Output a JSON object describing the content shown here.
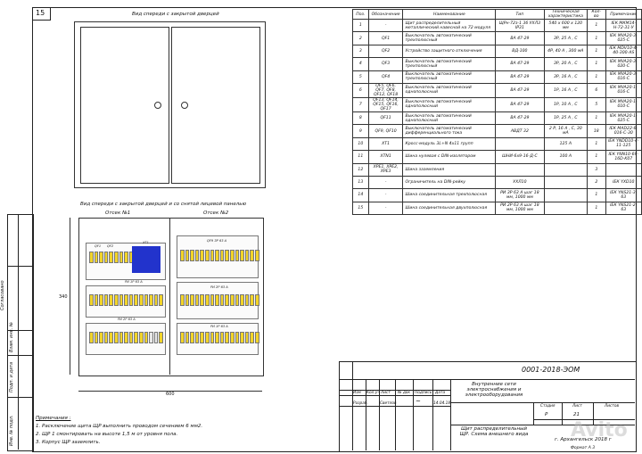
{
  "sheet_number": "15",
  "front_view_title": "Вид спереди с закрытой дверцей",
  "inner_view_title": "Вид спереди с закрытой дверцей и со снятой лицевой панелью",
  "compartment1": "Отсек №1",
  "compartment2": "Отсек №2",
  "dim_width": "600",
  "dim_height": "340",
  "notes_title": "Примечания :",
  "notes": [
    "1. Расключение щита ЩР выполнить проводом сечением 6 мм2.",
    "2. ЩР 1 смонтировать на высоте 1,5 м от уровня пола.",
    "3. Корпус ЩР заземлить."
  ],
  "module_labels": {
    "r1": [
      "QF1",
      "QF2",
      "ХТ1"
    ],
    "r1b": [
      "QF9 ЗР 63 А"
    ],
    "r2a": [
      "РИ 1Р 63 А"
    ],
    "r2b": [
      "РИ 2Р 63 А"
    ],
    "r3a": [
      "РИ 2Р 63 А"
    ],
    "r3b": [
      "РИ 1Р 63 А"
    ]
  },
  "table": {
    "headers": [
      "Поз.",
      "Обозначение",
      "Наименование",
      "Тип",
      "Техническая характеристика",
      "Кол-во",
      "Примечание"
    ],
    "rows": [
      [
        "1",
        "-",
        "Щит распределительный металлический навесной на 72 модуля",
        "ЩРн-72з-1 36 УХЛ3 IP31",
        "540 х 600 х 120 мм",
        "1",
        "ІЕК МКМ14-Н-72-31-У"
      ],
      [
        "2",
        "QF1",
        "Выключатель автоматический трехполюсный",
        "ВА 47-29",
        "3Р, 25 А , С",
        "1",
        "ІЕК MVA20-3-025-С"
      ],
      [
        "3",
        "QF2",
        "Устройство защитного отключения",
        "ВД-100",
        "4Р, 40 А , 300 мА",
        "1",
        "ІЕК MDV10-4-40-300-AS"
      ],
      [
        "4",
        "QF3",
        "Выключатель автоматический трехполюсный",
        "ВА 47-29",
        "3Р, 20 А , С",
        "1",
        "ІЕК MVA20-3-020-С"
      ],
      [
        "5",
        "QF4",
        "Выключатель автоматический трехполюсный",
        "ВА 47-29",
        "3Р, 16 А , С",
        "1",
        "ІЕК MVA20-3-016-С"
      ],
      [
        "6",
        "QF5, QF6, QF7, QF8, QF12, QF18",
        "Выключатель автоматический однополюсный",
        "ВА 47-29",
        "1Р, 16 А , С",
        "6",
        "ІЕК MVA20-1-016-С"
      ],
      [
        "7",
        "QF13, QF14, QF15, QF16, QF17",
        "Выключатель автоматический однополюсный",
        "ВА 47-29",
        "1Р, 10 А , С",
        "5",
        "ІЕК MVA20-1-010-С"
      ],
      [
        "8",
        "QF11",
        "Выключатель автоматический однополюсный",
        "ВА 47-29",
        "1Р, 25 А , С",
        "1",
        "ІЕК MVA20-1-025-С"
      ],
      [
        "9",
        "QF9, QF10",
        "Выключатель автоматический дифференциального тока",
        "АВДТ 32",
        "2 Р, 16 А , С, 30 мА",
        "18",
        "ІЕК MAD22-6-016-С-30"
      ],
      [
        "10",
        "ХТ1",
        "Кросс-модуль 3L+N 4х11 групп",
        "",
        "125 А",
        "1",
        "ІЕК YNDD10-4-11-125"
      ],
      [
        "11",
        "ХТN1",
        "Шина нулевая с DIN-изолятором",
        "ШНИ-6х9-16-Д-С",
        "100 А",
        "1",
        "ІЕК YNN10-69-16D-K07"
      ],
      [
        "12",
        "ХРЕ1, ХРЕ2, ХРЕ3",
        "Шина заземления",
        "",
        "",
        "3",
        ""
      ],
      [
        "13",
        "-",
        "Ограничитель на DIN-рейку",
        "УХЛ10",
        "",
        "2",
        "ІЕК YXD10"
      ],
      [
        "14",
        "-",
        "Шина соединительная трехполюсная",
        "РИ 3Р 63 А шаг 18 мм, 1000 мм",
        "",
        "1",
        "ІЕК YNS21-3-63"
      ],
      [
        "15",
        "-",
        "Шина соединительная двухполюсная",
        "РИ 2Р 63 А шаг 18 мм, 1000 мм",
        "",
        "1",
        "ІЕК YNS21-2-63"
      ]
    ]
  },
  "titleblock": {
    "doc_code": "0001-2018-ЭОМ",
    "col_izm": "Изм",
    "col_koluch": "Кол.уч",
    "col_list": "Лист",
    "col_ndok": "№ док",
    "col_podpis": "Подпись",
    "col_data": "Дата",
    "role": "Разраб.",
    "author": "Светлов",
    "date": "14.04.18",
    "project": "Внутренние сети электроснабжения и электрооборудования",
    "sheet_title": "Щит распределительный ЩР. Схема внешнего вида",
    "stage_label": "Стадия",
    "sheet_label": "Лист",
    "sheets_label": "Листов",
    "stage": "Р",
    "sheet": "21",
    "sheets": "",
    "city": "г. Архангельск 2018 г",
    "format": "Формат А 3"
  },
  "side_stamp": [
    "Согласовано",
    "Взам. инв. №",
    "Подп. и дата",
    "Инв. № подл."
  ],
  "watermark": "Avito"
}
